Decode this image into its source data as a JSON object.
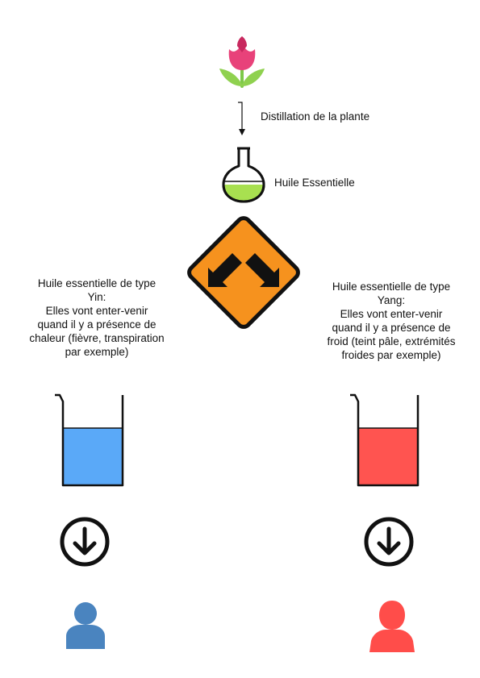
{
  "flow": {
    "step1_label": "Distillation de la plante",
    "step2_label": "Huile Essentielle"
  },
  "left": {
    "line1": "Huile essentielle de type",
    "line2": "Yin:",
    "line3": "Elles vont enter-venir",
    "line4": "quand il y a présence de",
    "line5": "chaleur (fièvre, transpiration",
    "line6": "par exemple)",
    "liquid_color": "#5aa9f8",
    "person_color": "#4a84bf"
  },
  "right": {
    "line1": "Huile essentielle de type",
    "line2": "Yang:",
    "line3": "Elles vont enter-venir",
    "line4": "quand il y a présence de",
    "line5": "froid (teint pâle, extrémités",
    "line6": "froides par exemple)",
    "liquid_color": "#ff5450",
    "person_color": "#ff4d4a"
  },
  "icons": {
    "plant": "tulip-icon",
    "flask": "flask-icon",
    "sign": "diverge-sign-icon",
    "beaker": "beaker-icon",
    "down": "arrow-down-circle-icon",
    "person": "person-icon"
  }
}
